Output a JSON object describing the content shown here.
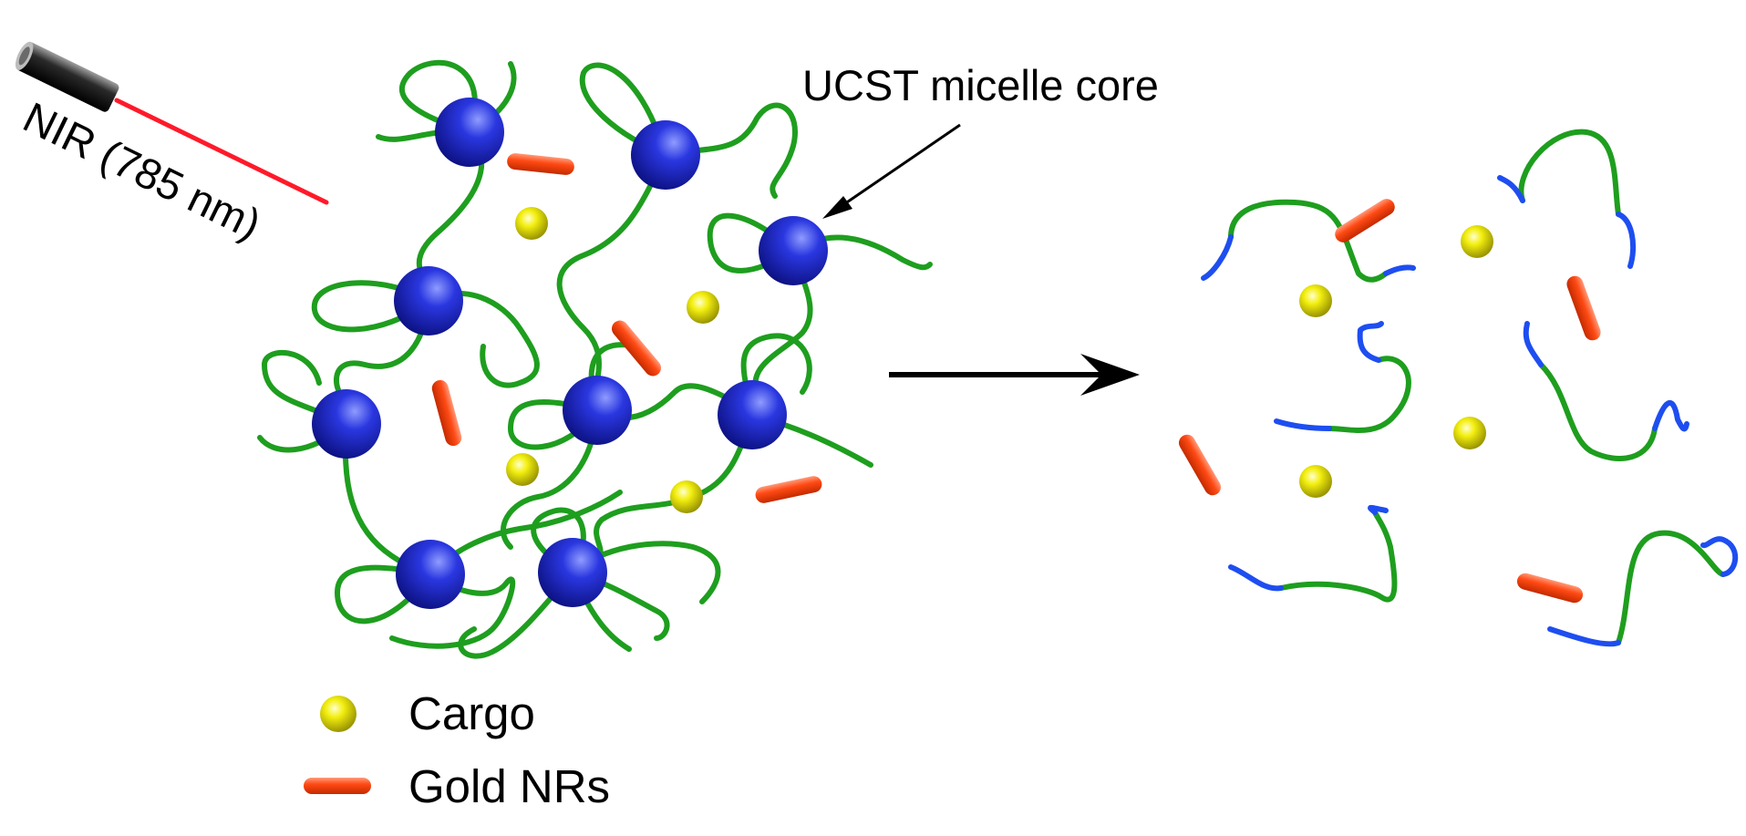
{
  "labels": {
    "laser": "NIR (785 nm)",
    "core_pointer": "UCST micelle core"
  },
  "legend": {
    "cargo_label": "Cargo",
    "gold_label": "Gold NRs"
  },
  "colors": {
    "polymer_chain": "#1e9e1e",
    "core_sphere": "#1a1fc4",
    "cargo": "#e4e000",
    "gold_nanorod": "#ff4a14",
    "released_chain_end": "#1e4ef0",
    "laser_beam": "#ff1a2a"
  },
  "icons": [
    "laser-pointer-icon",
    "core-sphere-icon",
    "cargo-particle-icon",
    "gold-nanorod-icon",
    "arrow-right-icon",
    "pointer-arrow-icon"
  ]
}
